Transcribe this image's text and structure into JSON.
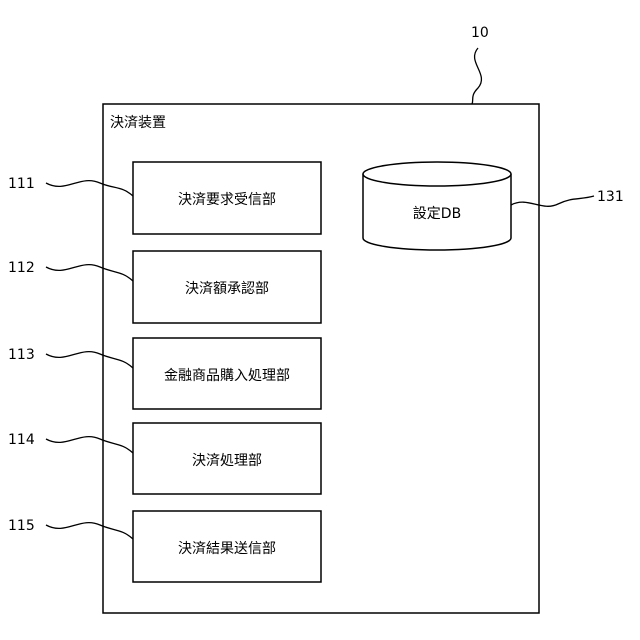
{
  "device": {
    "ref": "10",
    "title": "決済装置"
  },
  "modules": [
    {
      "ref": "111",
      "label": "決済要求受信部"
    },
    {
      "ref": "112",
      "label": "決済額承認部"
    },
    {
      "ref": "113",
      "label": "金融商品購入処理部"
    },
    {
      "ref": "114",
      "label": "決済処理部"
    },
    {
      "ref": "115",
      "label": "決済結果送信部"
    }
  ],
  "database": {
    "ref": "131",
    "label": "設定DB"
  }
}
